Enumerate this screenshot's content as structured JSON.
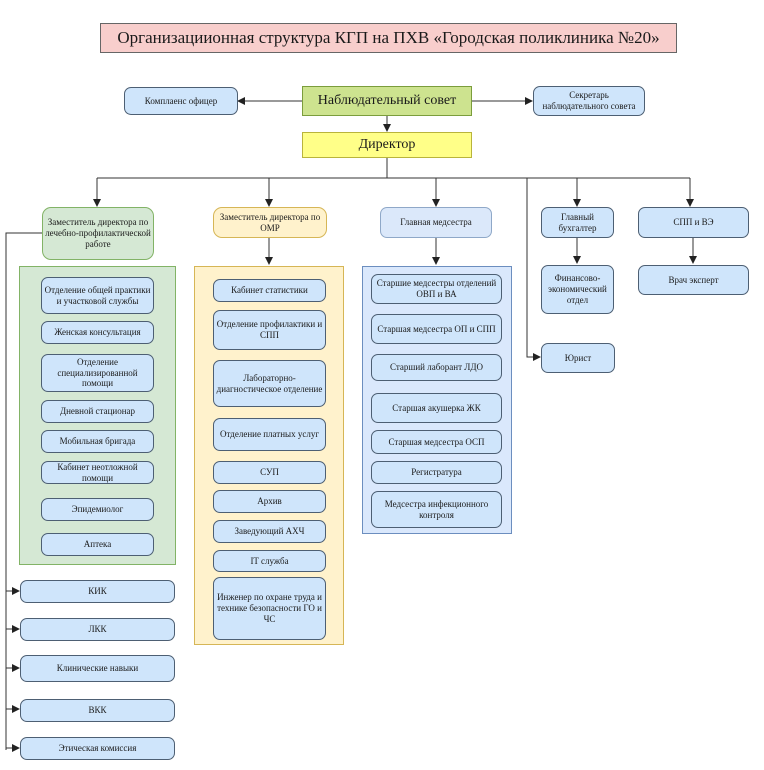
{
  "title": "Организациионная структура КГП на ПХВ «Городская поликлиника №20»",
  "top": {
    "council": "Наблюдательный совет",
    "compliance": "Комплаенс офицер",
    "secretary": "Секретарь наблюдательного совета",
    "director": "Директор"
  },
  "branches": {
    "deputy_medical": {
      "label": "Заместитель директора по лечебно-профилактической работе",
      "units": [
        "Отделение общей практики и участковой службы",
        "Женская консультация",
        "Отделение специализированной помощи",
        "Дневной стационар",
        "Мобильная бригада",
        "Кабинет неотложной помощи",
        "Эпидемиолог",
        "Аптека"
      ],
      "committees": [
        "КИК",
        "ЛКК",
        "Клинические навыки",
        "ВКК",
        "Этическая комиссия"
      ]
    },
    "deputy_omr": {
      "label": "Заместитель директора по ОМР",
      "units": [
        "Кабинет статистики",
        "Отделение профилактики и СПП",
        "Лабораторно-диагностическое отделение",
        "Отделение платных услуг",
        "СУП",
        "Архив",
        "Заведующий АХЧ",
        "IT служба",
        "Инженер по охране труда и технике безопасности ГО и ЧС"
      ]
    },
    "head_nurse": {
      "label": "Главная медсестра",
      "units": [
        "Старшие медсестры отделений ОВП и ВА",
        "Старшая медсестра ОП и СПП",
        "Старший лаборант ЛДО",
        "Старшая акушерка ЖК",
        "Старшая медсестра ОСП",
        "Регистратура",
        "Медсестра инфекционного контроля"
      ]
    },
    "lawyer": {
      "label": "Юрист"
    },
    "chief_accountant": {
      "label": "Главный бухгалтер",
      "units": [
        "Финансово-экономический отдел"
      ]
    },
    "spp_ve": {
      "label": "СПП и ВЭ",
      "units": [
        "Врач эксперт"
      ]
    }
  },
  "colors": {
    "title_bg": "#f8cecc",
    "council_bg": "#cde38f",
    "director_bg": "#ffff88",
    "green": "#d5e8d4",
    "yellow": "#fff2cc",
    "blue": "#cfe5fb"
  }
}
